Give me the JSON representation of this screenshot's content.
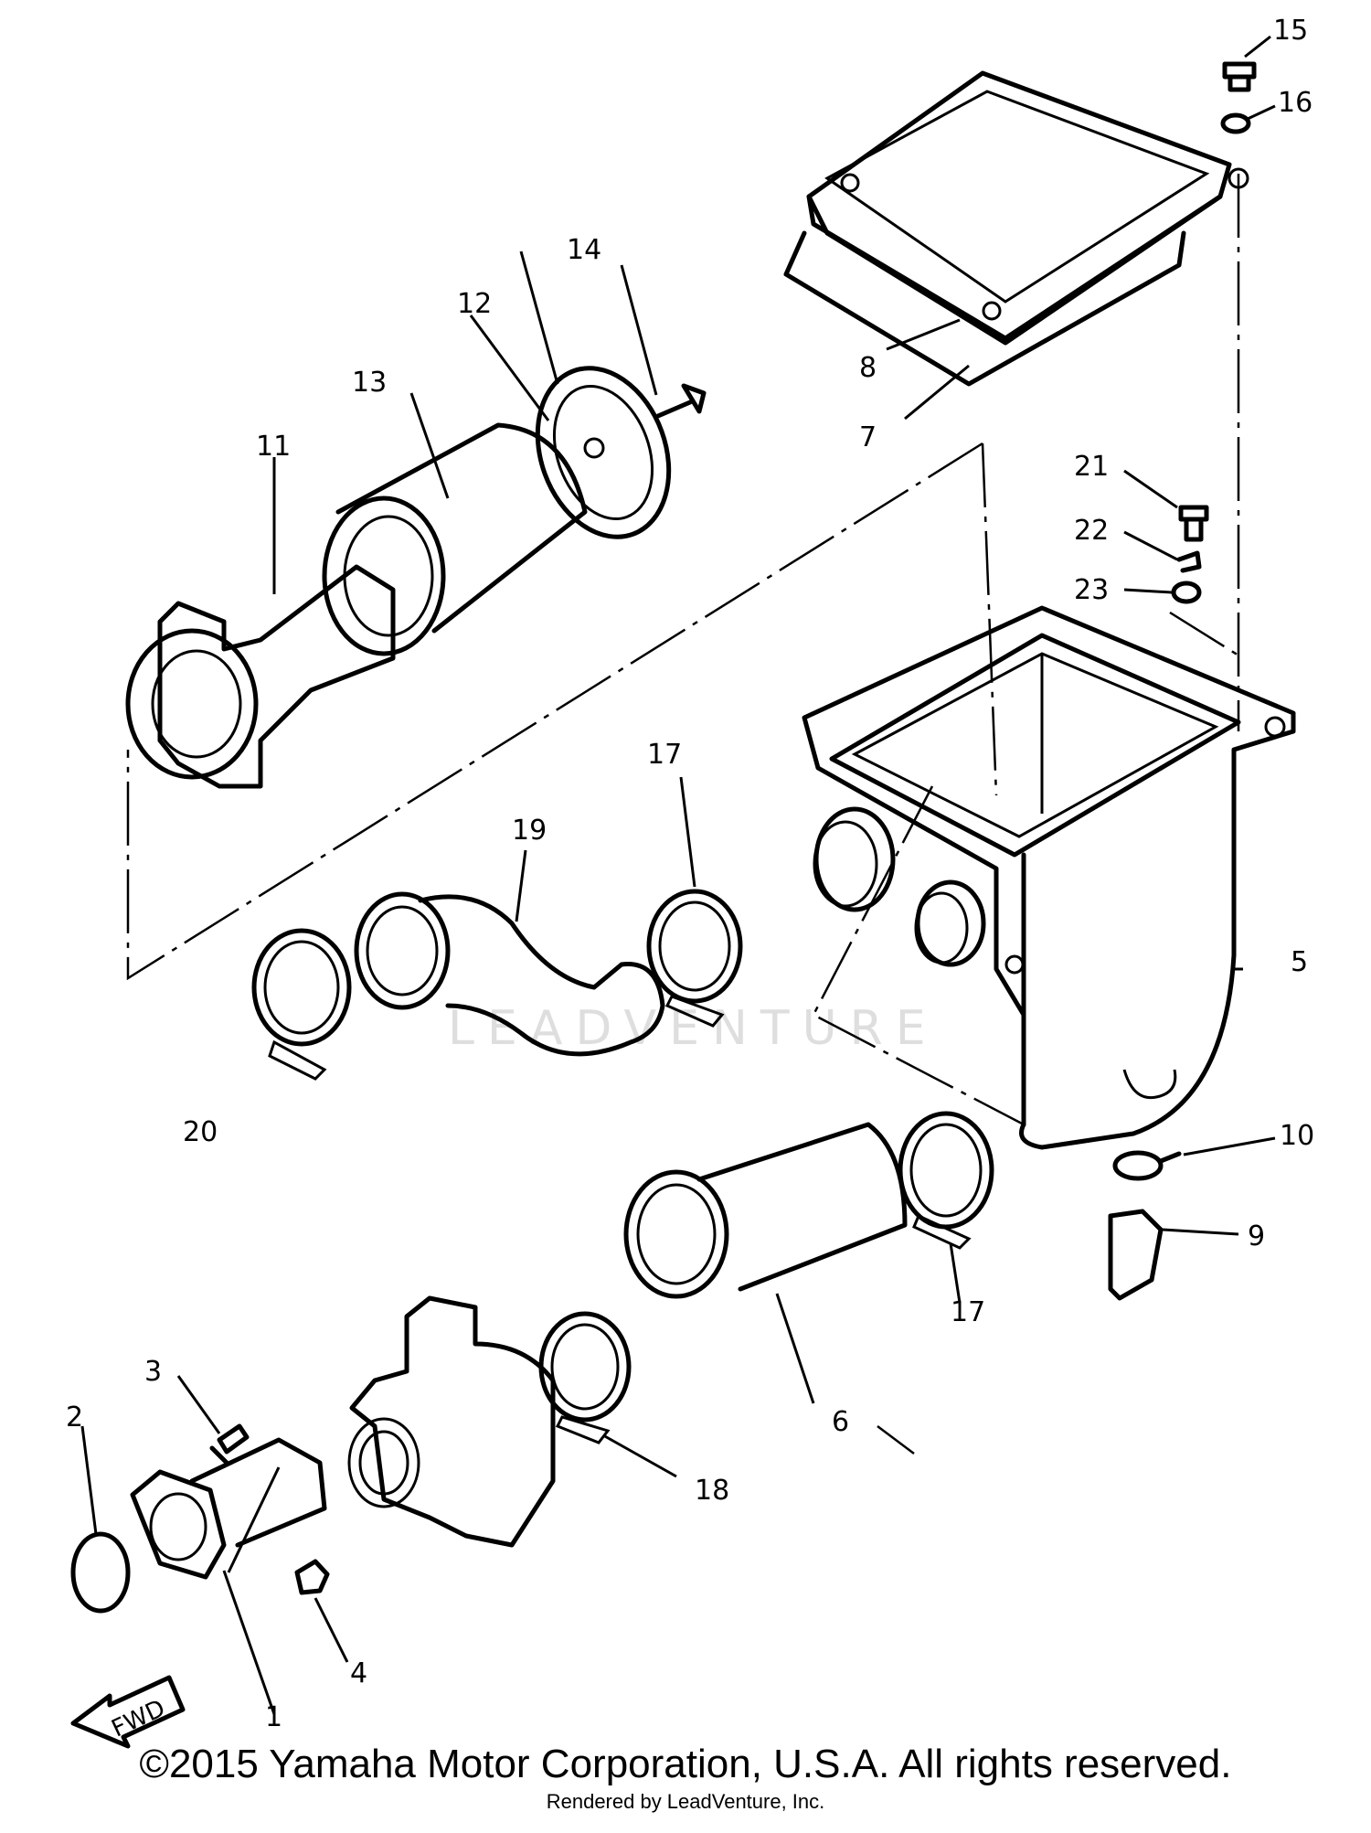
{
  "callouts": [
    "1",
    "2",
    "3",
    "4",
    "5",
    "6",
    "7",
    "8",
    "9",
    "10",
    "11",
    "12",
    "13",
    "14",
    "15",
    "16",
    "17",
    "17",
    "18",
    "19",
    "20",
    "21",
    "22",
    "23"
  ],
  "fwd_label": "FWD",
  "watermark": "LEADVENTURE",
  "copyright": "©2015 Yamaha Motor Corporation, U.S.A. All rights reserved.",
  "rendered_by": "Rendered by LeadVenture, Inc."
}
